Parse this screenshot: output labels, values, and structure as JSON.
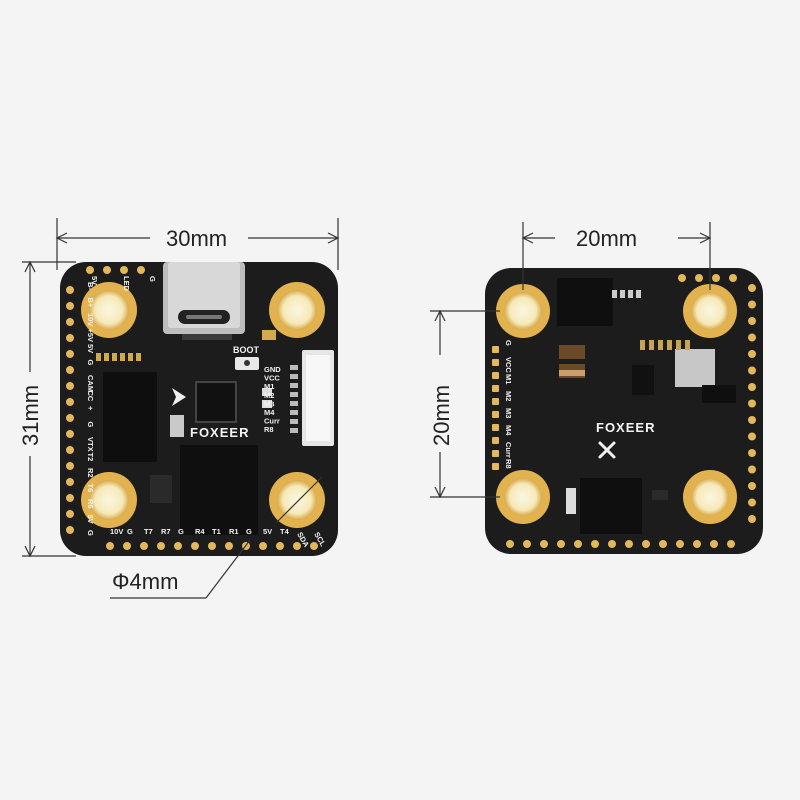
{
  "dimensions": {
    "width_left": "30mm",
    "height_left": "31mm",
    "hole_diameter": "Φ4mm",
    "width_right": "20mm",
    "height_right": "20mm"
  },
  "left_board": {
    "brand": "FOXEER",
    "boot_label": "BOOT",
    "connector_pins": [
      "GND",
      "VCC",
      "M1",
      "M2",
      "M3",
      "M4",
      "Curr",
      "R8"
    ],
    "top_labels": [
      "5V",
      "LED",
      "G"
    ],
    "left_labels": [
      "B-",
      "B+",
      "10V",
      "+5V",
      "5V",
      "G",
      "CAM",
      "CC",
      "+",
      "G",
      "VTX",
      "T2",
      "R2",
      "T6",
      "R6",
      "5V",
      "G"
    ],
    "bottom_labels": [
      "10V",
      "G",
      "T7",
      "R7",
      "G",
      "R4",
      "T1",
      "R1",
      "G",
      "5V",
      "T4",
      "SDA",
      "SCL"
    ]
  },
  "right_board": {
    "brand": "FOXEER",
    "side_labels": [
      "G",
      "VCC",
      "M1",
      "M2",
      "M3",
      "M4",
      "Curr",
      "R8"
    ]
  },
  "colors": {
    "pcb": "#1c1c1c",
    "gold": "#e3b85a",
    "gold_ring": "#f0cf7a",
    "hole": "#f8f2d8"
  }
}
